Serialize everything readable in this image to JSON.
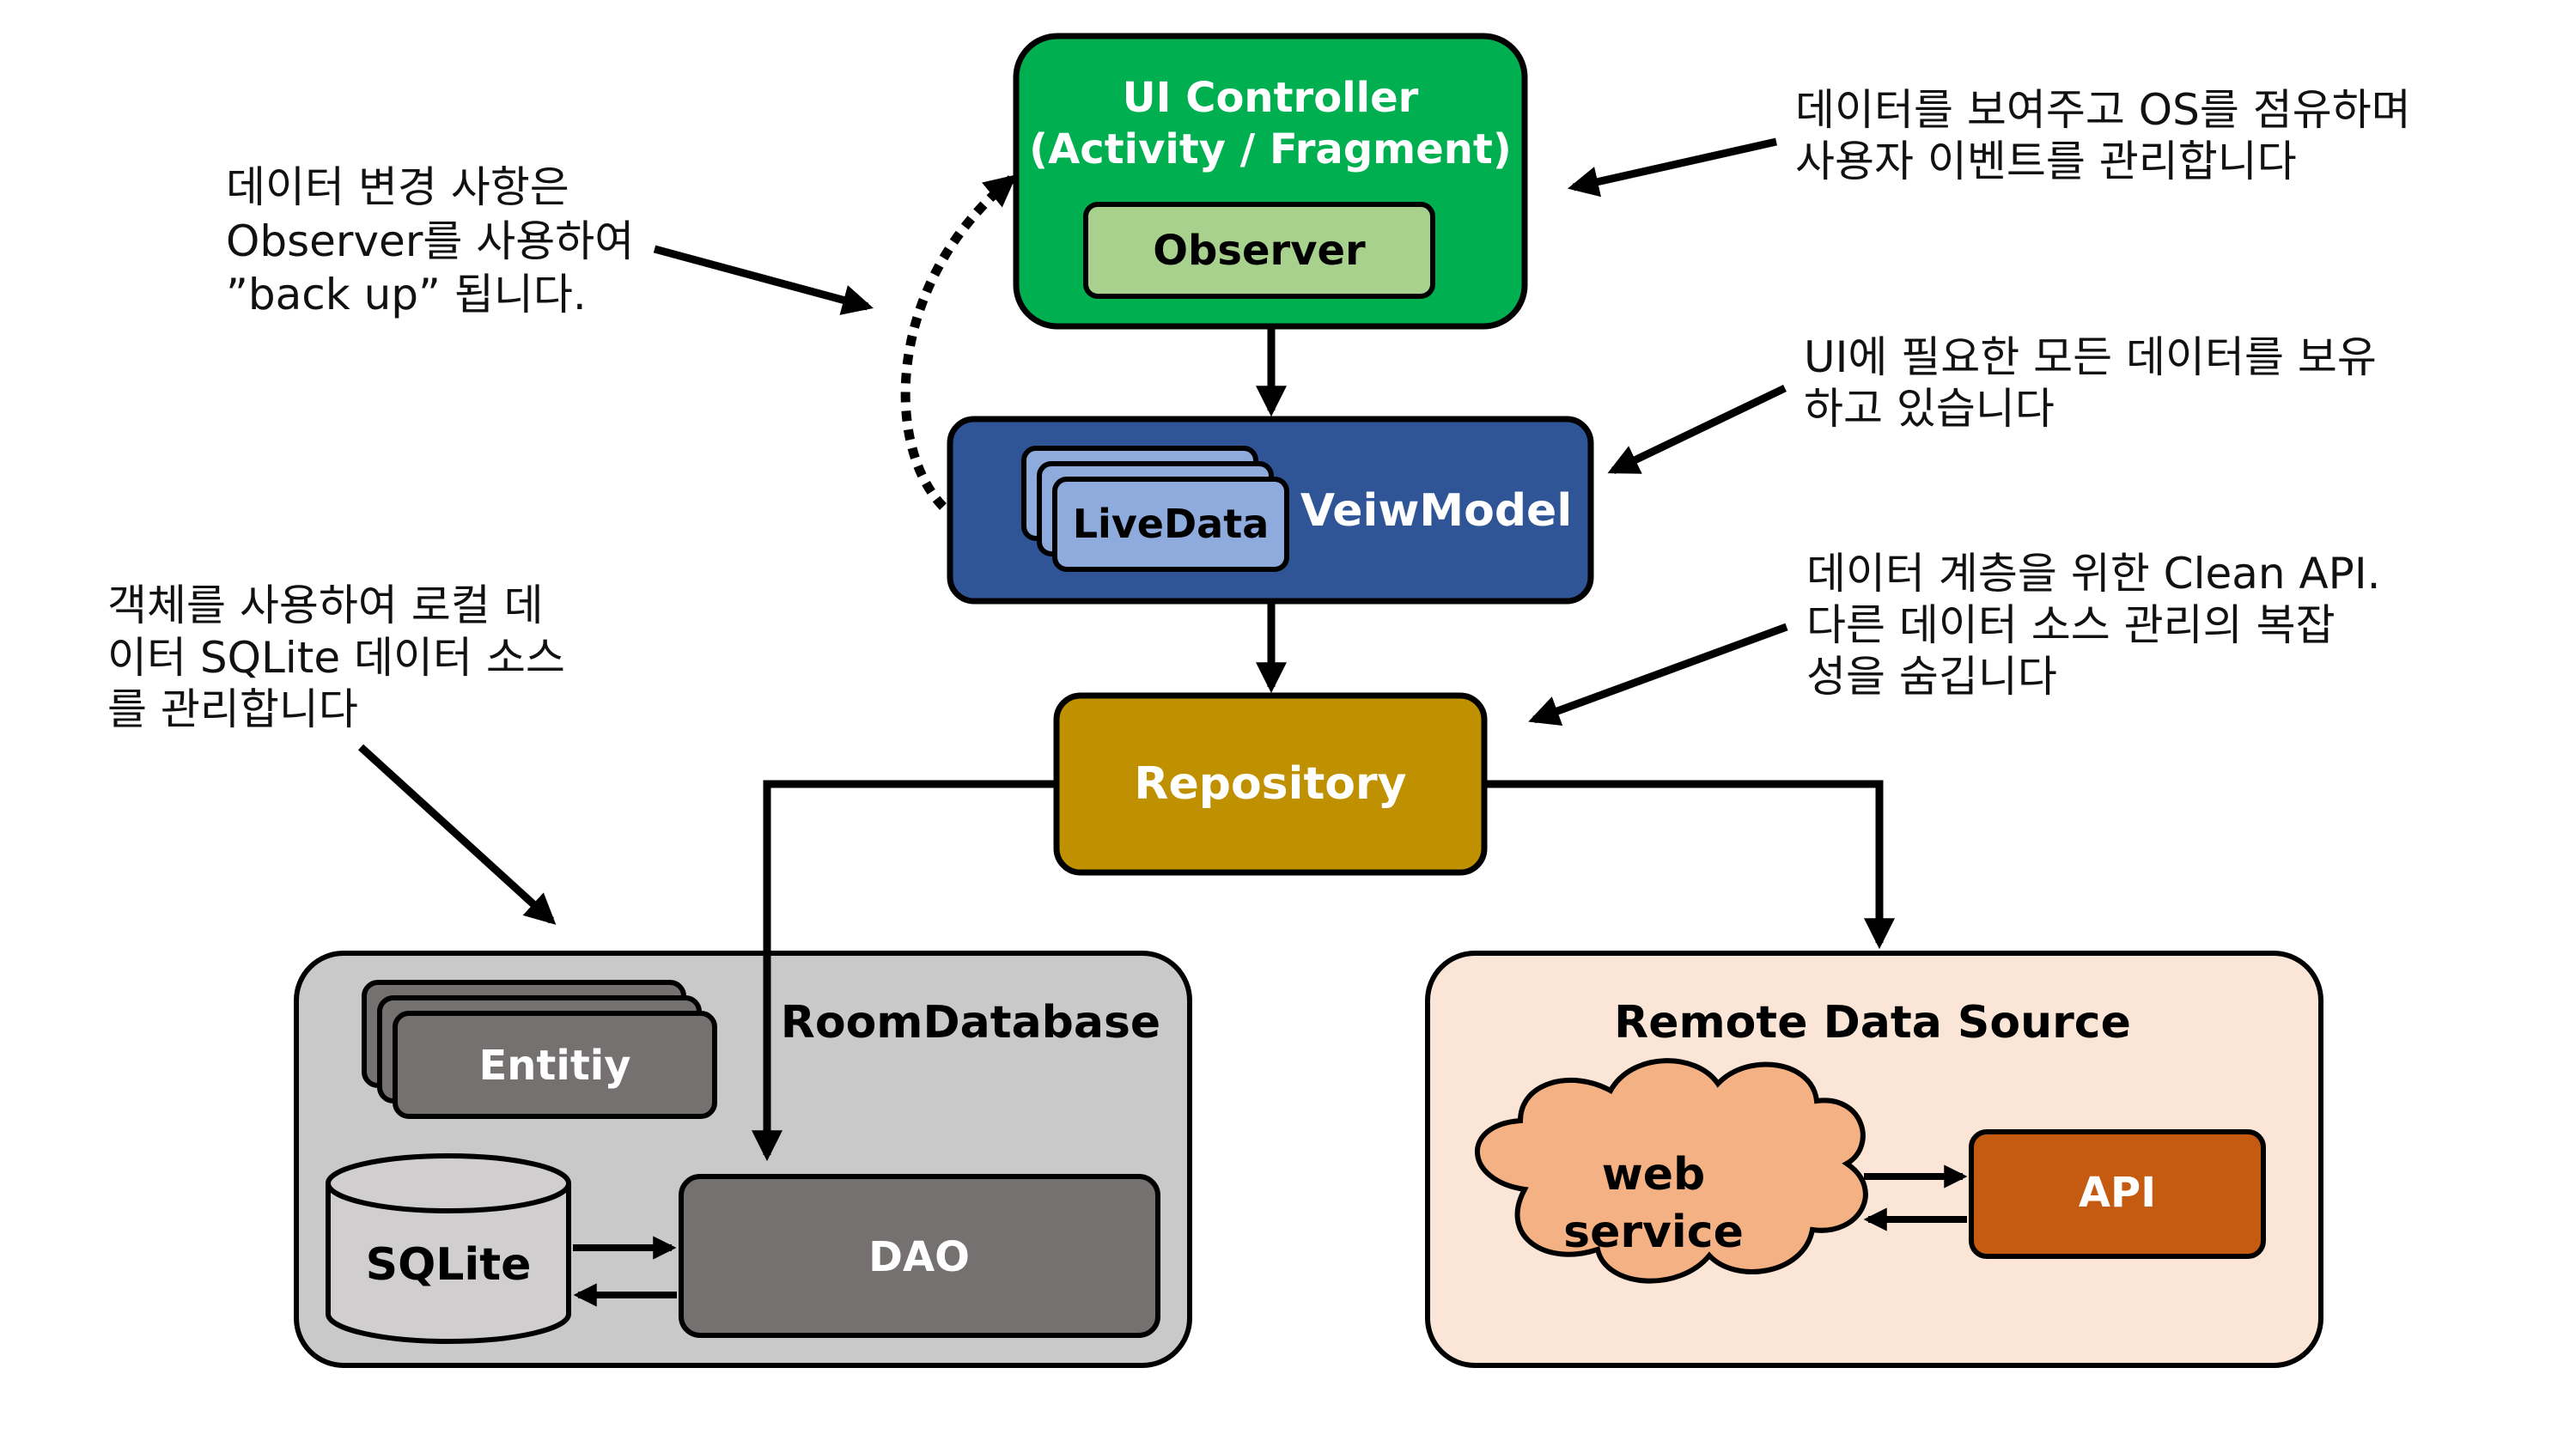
{
  "colors": {
    "controller": "#00b050",
    "observer": "#a9d18e",
    "viewmodel": "#2f5597",
    "livedata": "#8faadc",
    "repository": "#bf9000",
    "room": "#c9c9c9",
    "entity": "#767171",
    "dao": "#767171",
    "sqlite": "#d0cece",
    "remote": "#fbe5d6",
    "cloud": "#f4b183",
    "api": "#c55a11",
    "stroke": "#000000"
  },
  "ui_controller": {
    "title_line1": "UI Controller",
    "title_line2": "(Activity / Fragment)",
    "observer": "Observer"
  },
  "viewmodel": {
    "title": "VeiwModel",
    "livedata": "LiveData"
  },
  "repository": {
    "title": "Repository"
  },
  "room": {
    "title": "RoomDatabase",
    "entity": "Entitiy",
    "sqlite": "SQLite",
    "dao": "DAO"
  },
  "remote": {
    "title": "Remote Data Source",
    "web_line1": "web",
    "web_line2": "service",
    "api": "API"
  },
  "notes": {
    "observer": [
      "데이터 변경 사항은",
      "Observer를 사용하여",
      "”back up” 됩니다."
    ],
    "controller": [
      "데이터를 보여주고 OS를 점유하며",
      "사용자 이벤트를 관리합니다"
    ],
    "viewmodel": [
      "UI에 필요한 모든 데이터를 보유",
      "하고 있습니다"
    ],
    "repository": [
      "데이터 계층을 위한 Clean API.",
      "다른 데이터 소스 관리의 복잡",
      "성을 숨깁니다"
    ],
    "room": [
      "객체를 사용하여 로컬 데",
      "이터 SQLite 데이터 소스",
      "를 관리합니다"
    ]
  }
}
